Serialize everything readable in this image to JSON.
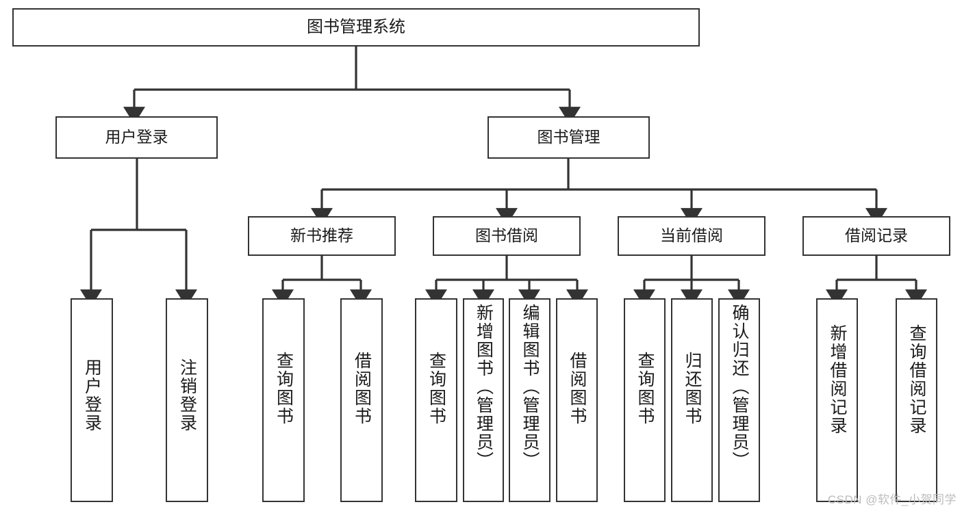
{
  "diagram": {
    "type": "tree-hierarchy-chart",
    "title": "图书管理系统",
    "stroke_color": "#333333",
    "background_color": "#ffffff",
    "text_color": "#1a1a1a"
  },
  "nodes": {
    "root": {
      "label": "图书管理系统",
      "level": 1
    },
    "level2": [
      {
        "id": "user-login",
        "label": "用户登录"
      },
      {
        "id": "book-manage",
        "label": "图书管理"
      }
    ],
    "level3": [
      {
        "id": "new-book-recommend",
        "label": "新书推荐",
        "parent": "book-manage"
      },
      {
        "id": "book-borrow",
        "label": "图书借阅",
        "parent": "book-manage"
      },
      {
        "id": "current-borrow",
        "label": "当前借阅",
        "parent": "book-manage"
      },
      {
        "id": "borrow-record",
        "label": "借阅记录",
        "parent": "book-manage"
      }
    ],
    "leaves": [
      {
        "id": "leaf-user-login",
        "label": "用户登录",
        "parent": "user-login"
      },
      {
        "id": "leaf-logout-login",
        "label": "注销登录",
        "parent": "user-login"
      },
      {
        "id": "leaf-query-book-1",
        "label": "查询图书",
        "parent": "new-book-recommend"
      },
      {
        "id": "leaf-borrow-book-1",
        "label": "借阅图书",
        "parent": "new-book-recommend"
      },
      {
        "id": "leaf-query-book-2",
        "label": "查询图书",
        "parent": "book-borrow"
      },
      {
        "id": "leaf-add-book",
        "label": "新增图书（管理员）",
        "parent": "book-borrow"
      },
      {
        "id": "leaf-edit-book",
        "label": "编辑图书（管理员）",
        "parent": "book-borrow"
      },
      {
        "id": "leaf-borrow-book-2",
        "label": "借阅图书",
        "parent": "book-borrow"
      },
      {
        "id": "leaf-query-book-3",
        "label": "查询图书",
        "parent": "current-borrow"
      },
      {
        "id": "leaf-return-book",
        "label": "归还图书",
        "parent": "current-borrow"
      },
      {
        "id": "leaf-confirm-return",
        "label": "确认归还（管理员）",
        "parent": "current-borrow"
      },
      {
        "id": "leaf-add-record",
        "label": "新增借阅记录",
        "parent": "borrow-record"
      },
      {
        "id": "leaf-query-record",
        "label": "查询借阅记录",
        "parent": "borrow-record"
      }
    ]
  },
  "watermark": {
    "text": "CSDN @软件_小贺同学"
  }
}
